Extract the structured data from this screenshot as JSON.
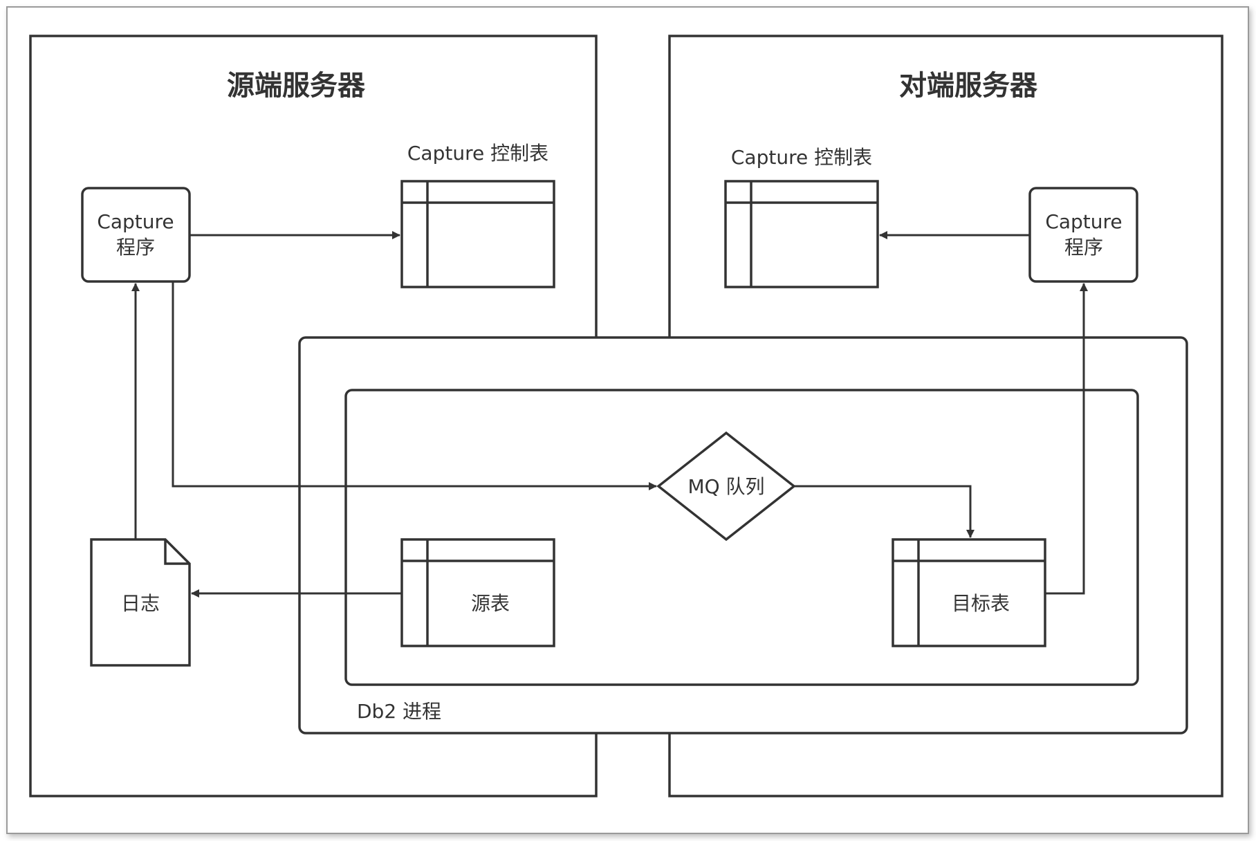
{
  "source_server": {
    "title": "源端服务器"
  },
  "target_server": {
    "title": "对端服务器"
  },
  "source_capture_program": {
    "line1": "Capture",
    "line2": "程序"
  },
  "target_capture_program": {
    "line1": "Capture",
    "line2": "程序"
  },
  "source_control_table": {
    "label": "Capture 控制表"
  },
  "target_control_table": {
    "label": "Capture 控制表"
  },
  "mq_queue": {
    "label": "MQ 队列"
  },
  "log_document": {
    "label": "日志"
  },
  "source_table": {
    "label": "源表"
  },
  "target_table": {
    "label": "目标表"
  },
  "db2_process": {
    "label": "Db2 进程"
  }
}
